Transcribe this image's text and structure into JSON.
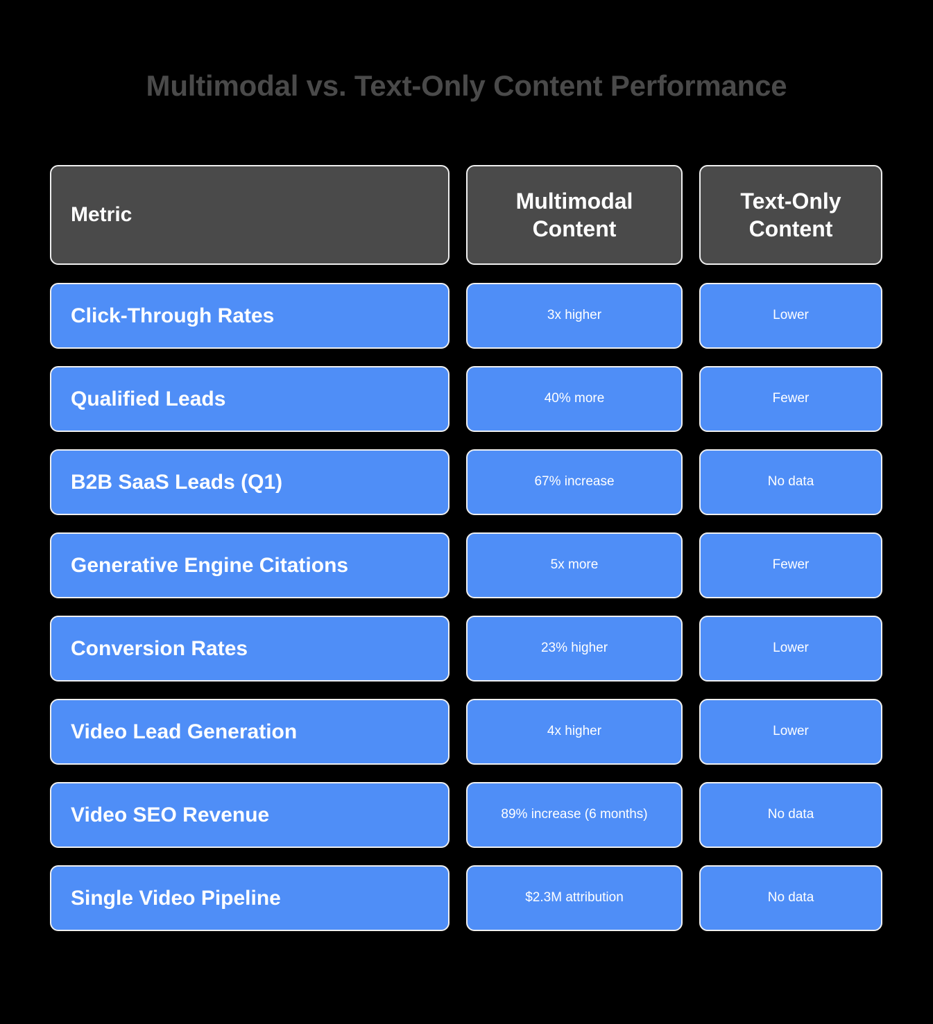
{
  "title": "Multimodal vs. Text-Only Content Performance",
  "colors": {
    "background": "#000000",
    "title_text": "#4a4a4a",
    "header_cell": "#4a4a4a",
    "data_cell": "#4f8ef7",
    "cell_border": "#f0f0f0",
    "cell_text": "#ffffff"
  },
  "chart_data": {
    "type": "table",
    "title": "Multimodal vs. Text-Only Content Performance",
    "columns": [
      "Metric",
      "Multimodal\nContent",
      "Text-Only\nContent"
    ],
    "rows": [
      [
        "Click-Through Rates",
        "3x higher",
        "Lower"
      ],
      [
        "Qualified Leads",
        "40% more",
        "Fewer"
      ],
      [
        "B2B SaaS Leads (Q1)",
        "67% increase",
        "No data"
      ],
      [
        "Generative Engine Citations",
        "5x more",
        "Fewer"
      ],
      [
        "Conversion Rates",
        "23% higher",
        "Lower"
      ],
      [
        "Video Lead Generation",
        "4x higher",
        "Lower"
      ],
      [
        "Video SEO Revenue",
        "89% increase (6 months)",
        "No data"
      ],
      [
        "Single Video Pipeline",
        "$2.3M attribution",
        "No data"
      ]
    ]
  },
  "table": {
    "header": {
      "metric": "Metric",
      "multimodal_line1": "Multimodal",
      "multimodal_line2": "Content",
      "textonly_line1": "Text-Only",
      "textonly_line2": "Content"
    },
    "rows": [
      {
        "metric": "Click-Through Rates",
        "multimodal": "3x higher",
        "textonly": "Lower"
      },
      {
        "metric": "Qualified Leads",
        "multimodal": "40% more",
        "textonly": "Fewer"
      },
      {
        "metric": "B2B SaaS Leads (Q1)",
        "multimodal": "67% increase",
        "textonly": "No data"
      },
      {
        "metric": "Generative Engine Citations",
        "multimodal": "5x more",
        "textonly": "Fewer"
      },
      {
        "metric": "Conversion Rates",
        "multimodal": "23% higher",
        "textonly": "Lower"
      },
      {
        "metric": "Video Lead Generation",
        "multimodal": "4x higher",
        "textonly": "Lower"
      },
      {
        "metric": "Video SEO Revenue",
        "multimodal": "89% increase (6 months)",
        "textonly": "No data"
      },
      {
        "metric": "Single Video Pipeline",
        "multimodal": "$2.3M attribution",
        "textonly": "No data"
      }
    ]
  }
}
